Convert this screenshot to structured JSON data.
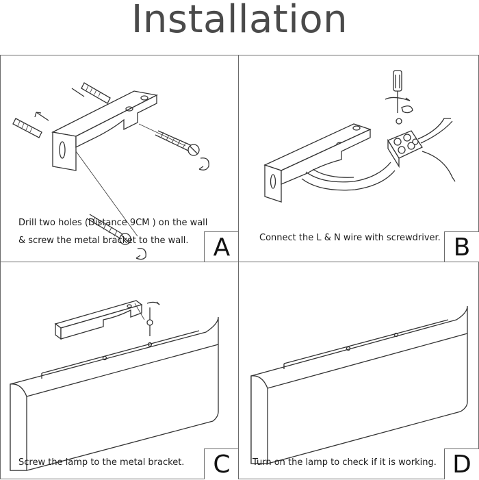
{
  "title": "Installation",
  "steps": [
    {
      "letter": "A",
      "lines": [
        "Drill two holes (Distance 9CM ) on the wall",
        "& screw the metal bracket to the wall."
      ]
    },
    {
      "letter": "B",
      "lines": [
        "Connect the L & N wire with screwdriver."
      ]
    },
    {
      "letter": "C",
      "lines": [
        "Screw the lamp to the metal bracket."
      ]
    },
    {
      "letter": "D",
      "lines": [
        "Turn on the lamp to check if it is working."
      ]
    }
  ],
  "icons": {
    "a": [
      "wall-anchor-icon",
      "screw-icon",
      "rotation-arrow-icon",
      "metal-bracket-icon"
    ],
    "b": [
      "screwdriver-icon",
      "terminal-block-icon",
      "wire-icon"
    ],
    "c": [
      "metal-bracket-icon",
      "screw-icon",
      "wall-lamp-icon"
    ],
    "d": [
      "wall-lamp-icon"
    ]
  }
}
